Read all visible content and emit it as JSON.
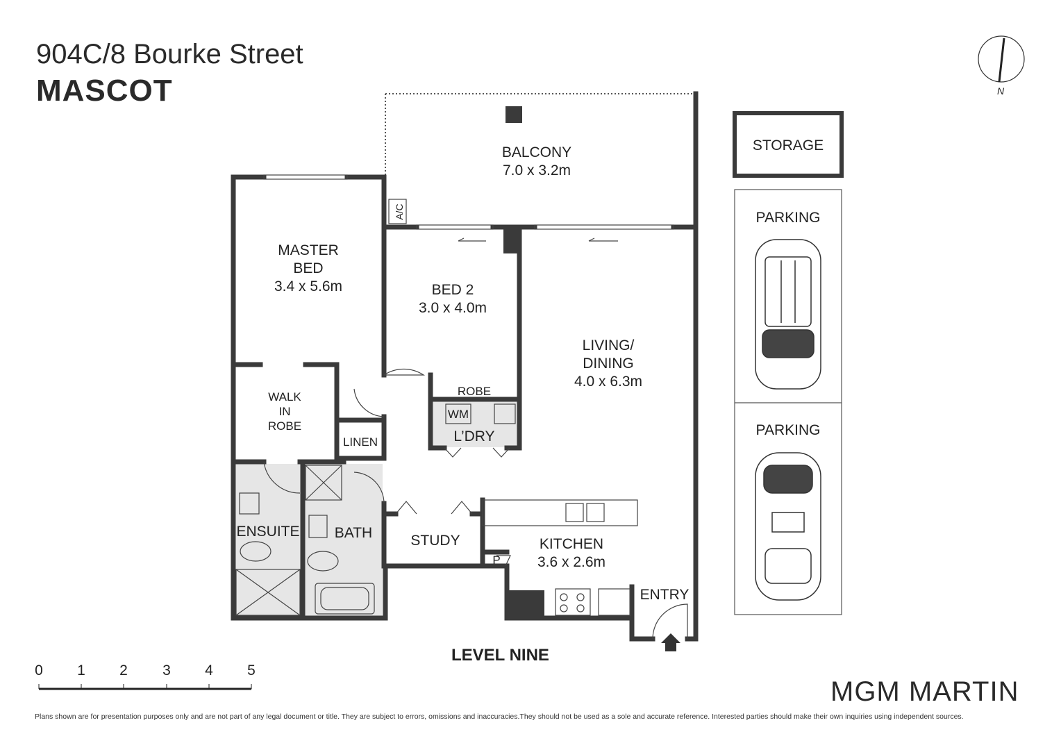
{
  "header": {
    "address": "904C/8 Bourke Street",
    "suburb": "MASCOT"
  },
  "compass": {
    "label": "N",
    "icon": "north-arrow-icon"
  },
  "rooms": {
    "balcony": {
      "name": "BALCONY",
      "size": "7.0 x 3.2m"
    },
    "master_bed": {
      "name1": "MASTER",
      "name2": "BED",
      "size": "3.4 x 5.6m"
    },
    "bed2": {
      "name": "BED 2",
      "size": "3.0 x 4.0m"
    },
    "living": {
      "name1": "LIVING/",
      "name2": "DINING",
      "size": "4.0 x 6.3m"
    },
    "kitchen": {
      "name": "KITCHEN",
      "size": "3.6 x 2.6m"
    },
    "walk_in_robe": {
      "l1": "WALK",
      "l2": "IN",
      "l3": "ROBE"
    },
    "robe": "ROBE",
    "wm": "WM",
    "laundry": "L’DRY",
    "linen": "LINEN",
    "ensuite": "ENSUITE",
    "bath": "BATH",
    "study": "STUDY",
    "pantry": "P",
    "entry": "ENTRY",
    "ac": "A/C"
  },
  "storage": "STORAGE",
  "parking": [
    "PARKING",
    "PARKING"
  ],
  "level": "LEVEL NINE",
  "scale": {
    "ticks": [
      "0",
      "1",
      "2",
      "3",
      "4",
      "5"
    ],
    "unit_hint": "metres"
  },
  "brand": "MGM MARTIN",
  "disclaimer": "Plans shown are for presentation purposes only and are not part of any legal document or title. They are subject to errors, omissions and inaccuracies.They should not be used as a sole and accurate reference. Interested parties should make their own inquiries using independent sources.",
  "colors": {
    "wall": "#3a3a3a",
    "wet_area": "#e6e6e6"
  }
}
